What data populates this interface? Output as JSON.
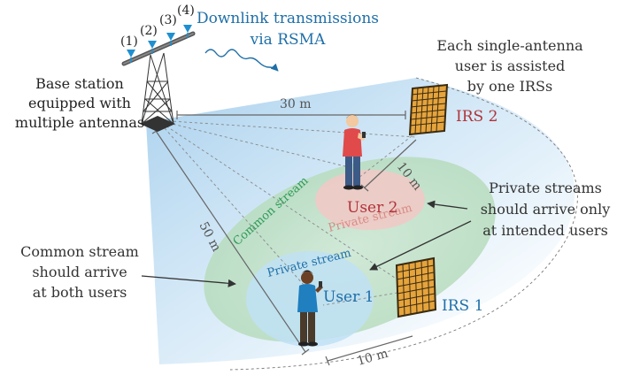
{
  "header": {
    "title_line1": "Downlink transmissions",
    "title_line2": "via RSMA"
  },
  "base_station": {
    "line1": "Base station",
    "line2": "equipped with",
    "line3": "multiple antennas",
    "antennas": [
      "(1)",
      "(2)",
      "(3)",
      "(4)"
    ]
  },
  "top_note": {
    "line1": "Each single-antenna",
    "line2": "user is assisted",
    "line3": "by one IRSs"
  },
  "irs": {
    "irs1": "IRS 1",
    "irs2": "IRS 2"
  },
  "users": {
    "user1": "User 1",
    "user2": "User 2"
  },
  "streams": {
    "common": "Common stream",
    "private_user1": "Private stream",
    "private_user2": "Private stream"
  },
  "distances": {
    "bs_to_irs2": "30 m",
    "bs_to_user1": "50 m",
    "irs2_to_user2": "10 m",
    "irs1_to_user1": "10 m"
  },
  "notes": {
    "private_line1": "Private streams",
    "private_line2": "should arrive only",
    "private_line3": "at intended users",
    "common_line1": "Common stream",
    "common_line2": "should arrive",
    "common_line3": "at both users"
  },
  "colors": {
    "blue_text": "#1f6fa8",
    "irs2_red": "#b0333a",
    "green_text": "#2e9a55",
    "green_ellipse": "#bfe1c7",
    "red_ellipse": "#f3c6c4",
    "blue_ellipse": "#bfe0f4",
    "irs_orange": "#e5a43c",
    "beam_blue": "#cfe6f6"
  }
}
